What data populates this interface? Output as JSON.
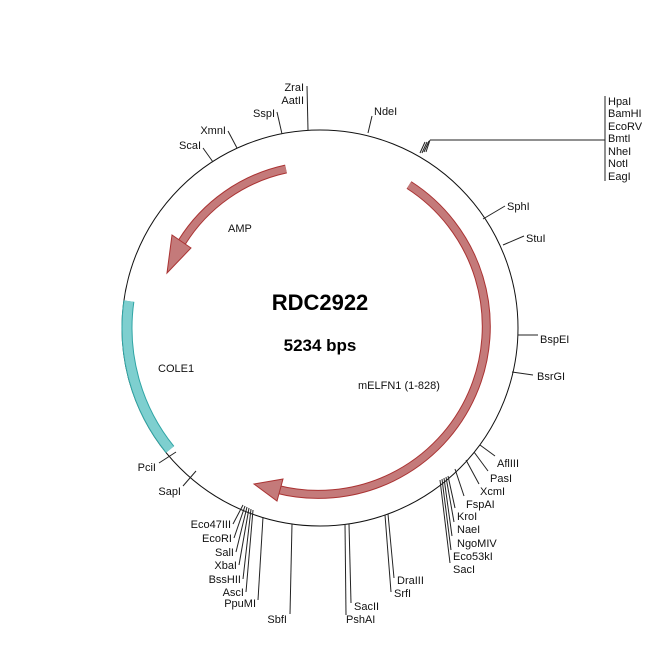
{
  "plasmid": {
    "name": "RDC2922",
    "size": "5234 bps"
  },
  "features": {
    "amp": {
      "label": "AMP",
      "color": "#c47a7a"
    },
    "melfn1": {
      "label": "mELFN1 (1-828)",
      "color": "#c47a7a"
    },
    "cole1": {
      "label": "COLE1",
      "color": "#7ecfcf"
    }
  },
  "sites": {
    "top": [
      "ZraI",
      "AatII",
      "SspI",
      "XmnI",
      "ScaI",
      "NdeI"
    ],
    "mcs": [
      "HpaI",
      "BamHI",
      "EcoRV",
      "BmtI",
      "NheI",
      "NotI",
      "EagI"
    ],
    "right": [
      "SphI",
      "StuI",
      "BspEI",
      "BsrGI"
    ],
    "lower_right": [
      "AflIII",
      "PasI",
      "XcmI",
      "FspAI",
      "KroI",
      "NaeI",
      "NgoMIV",
      "Eco53kI",
      "SacI"
    ],
    "bottom": [
      "DraIII",
      "SrfI",
      "SacII",
      "PshAI",
      "SbfI",
      "PpuMI"
    ],
    "lower_left": [
      "Eco47III",
      "EcoRI",
      "SalI",
      "XbaI",
      "BssHII",
      "AscI"
    ],
    "left": [
      "PciI",
      "SapI"
    ]
  }
}
